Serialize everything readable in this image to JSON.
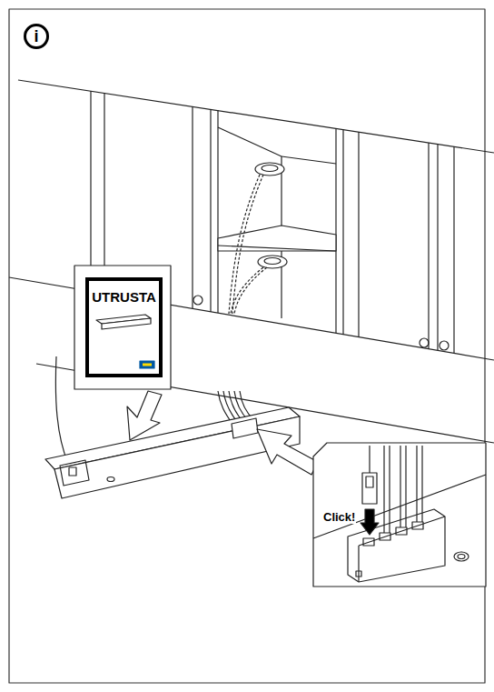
{
  "diagram": {
    "nodes": [
      {
        "text": [
          "i"
        ]
      },
      {
        "text": [
          "UTRUSTA"
        ]
      }
    ],
    "labels": [
      "Click!"
    ]
  }
}
